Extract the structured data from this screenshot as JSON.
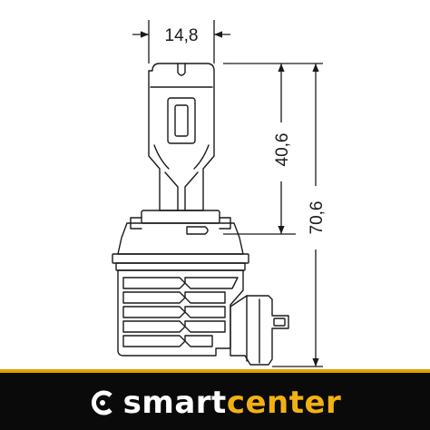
{
  "dimensions": {
    "width_label": "14,8",
    "lens_height_label": "40,6",
    "total_height_label": "70,6"
  },
  "brand": {
    "part1": "smart",
    "part2": "center",
    "text_color": "#ffffff",
    "accent_color": "#f2b112",
    "banner_color": "#0a0a0a"
  }
}
